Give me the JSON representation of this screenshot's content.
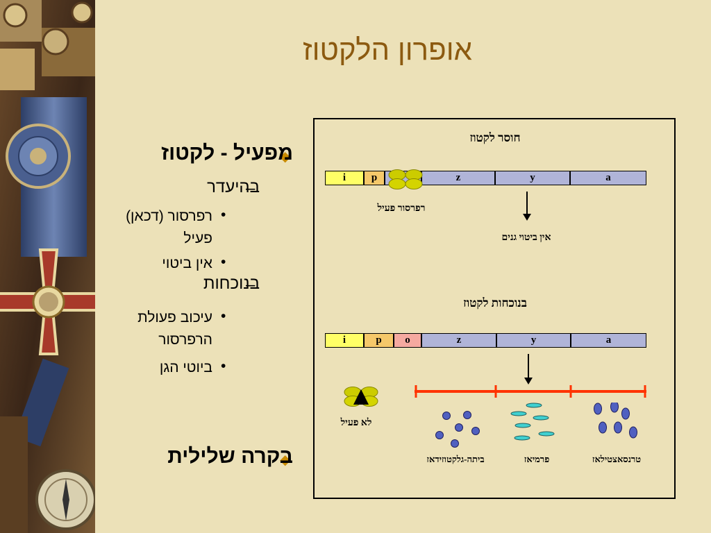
{
  "title": "אופרון הלקטוז",
  "bullets": {
    "inducer": "מפעיל - לקטוז",
    "absence": "בהיעדר",
    "absence_items": [
      "רפרסור (דכאן) פעיל",
      "אין ביטוי"
    ],
    "presence": "בנוכחות",
    "presence_items": [
      "עיכוב פעולת הרפרסור",
      "ביוטי הגן"
    ],
    "negative_control": "בקרה שלילית"
  },
  "diagram": {
    "top_title": "חוסר לקטוז",
    "bottom_title": "בנוכחות לקטוז",
    "top_genes": [
      "i",
      "p",
      "",
      "z",
      "y",
      "a"
    ],
    "bottom_genes": [
      "i",
      "p",
      "o",
      "z",
      "y",
      "a"
    ],
    "active_repressor": "רפרסור פעיל",
    "no_expression": "אין ביטוי גנים",
    "inactive": "לא פעיל",
    "enzymes": [
      "ביתה-גלקטוזידאז",
      "פרמיאז",
      "טרנסאצטילאז"
    ]
  },
  "colors": {
    "title": "#8c5a10",
    "background": "#ece1b8",
    "bullet_diamond": "#c88a00",
    "gene_i": "#ffff66",
    "gene_p": "#f5c86a",
    "gene_o": "#f5a9a0",
    "gene_structural": "#b0b4d8",
    "mrna": "#ff3300",
    "repressor": "#cccc00"
  }
}
